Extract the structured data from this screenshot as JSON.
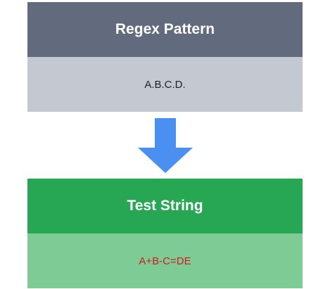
{
  "regex_pattern": {
    "heading": "Regex Pattern",
    "value": "A.B.C.D."
  },
  "test_string": {
    "heading": "Test String",
    "value": "A+B-C=DE"
  },
  "colors": {
    "pattern_header": "#626a7e",
    "pattern_body": "#c4c8d1",
    "test_header": "#27a653",
    "test_body": "#7ecb96",
    "test_value_text": "#cc1f1a",
    "arrow": "#4a90f0"
  },
  "icons": {
    "flow": "arrow-down-icon"
  }
}
